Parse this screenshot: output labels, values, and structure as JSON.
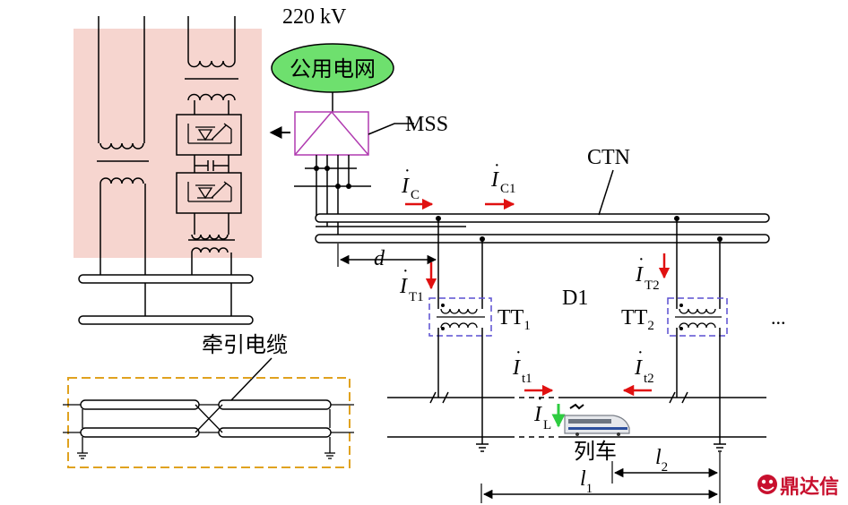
{
  "labels": {
    "voltage": "220 kV",
    "grid": "公用电网",
    "mss": "MSS",
    "ctn": "CTN",
    "d": "d",
    "d1": "D1",
    "ellipsis": "...",
    "cable": "牵引电缆",
    "train": "列车",
    "tt1_main": "TT",
    "tt1_sub": "1",
    "tt2_main": "TT",
    "tt2_sub": "2",
    "l1_main": "l",
    "l1_sub": "1",
    "l2_main": "l",
    "l2_sub": "2"
  },
  "currents": {
    "ic": {
      "main": "I",
      "sub": "C"
    },
    "ic1": {
      "main": "I",
      "sub": "C1"
    },
    "it1_big": {
      "main": "I",
      "sub": "T1"
    },
    "it2_big": {
      "main": "I",
      "sub": "T2"
    },
    "it1_small": {
      "main": "I",
      "sub": "t1"
    },
    "it2_small": {
      "main": "I",
      "sub": "t2"
    },
    "il": {
      "main": "I",
      "sub": "L"
    }
  },
  "watermark": "鼎达信",
  "colors": {
    "substation_bg": "#f6d5cf",
    "mss_box": "#b03ab0",
    "transformer_box": "#5a4fd1",
    "cable_box": "#e0a21f",
    "arrow_red": "#e01010",
    "arrow_green": "#2ecc40",
    "watermark": "#c8102e"
  }
}
